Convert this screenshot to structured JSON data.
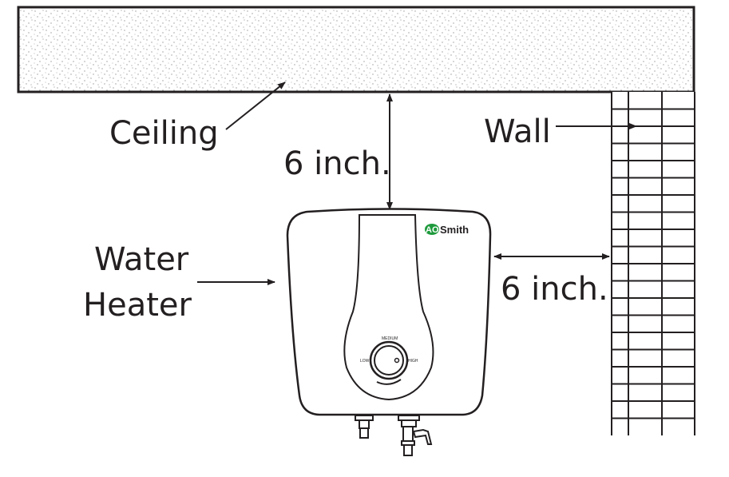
{
  "labels": {
    "ceiling": "Ceiling",
    "wall": "Wall",
    "water": "Water",
    "heater": "Heater",
    "top_clearance": "6 inch.",
    "side_clearance": "6 inch."
  },
  "heater": {
    "brand_mark": "AO",
    "brand_name": "Smith",
    "knob_low": "LOW",
    "knob_medium": "MEDIUM",
    "knob_high": "HIGH"
  },
  "colors": {
    "line": "#231f20",
    "brand": "#1e9a3c",
    "stipple": "#9a9a9a"
  }
}
